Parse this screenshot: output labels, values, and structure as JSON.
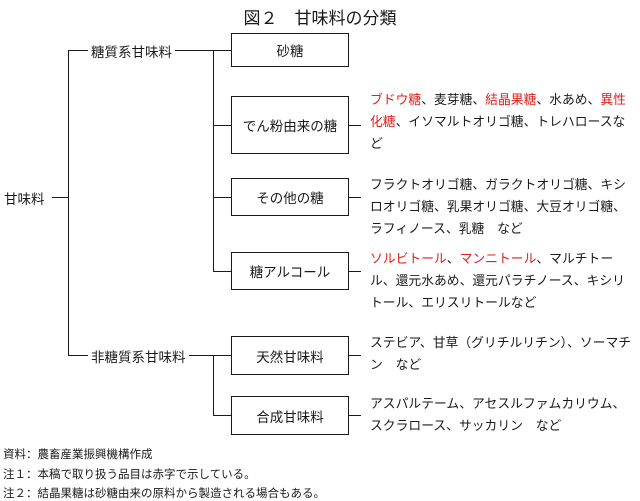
{
  "title": "図２　甘味料の分類",
  "root": "甘味料",
  "categories": [
    {
      "label": "糖質系甘味料"
    },
    {
      "label": "非糖質系甘味料"
    }
  ],
  "items": [
    {
      "name": "砂糖",
      "desc": []
    },
    {
      "name": "でん粉由来の糖",
      "desc": [
        {
          "t": "ブドウ糖",
          "hl": true
        },
        {
          "t": "、麦芽糖、",
          "hl": false
        },
        {
          "t": "結晶果糖",
          "hl": true
        },
        {
          "t": "、水あめ、",
          "hl": false
        },
        {
          "t": "異性化糖",
          "hl": true
        },
        {
          "t": "、イソマルトオリゴ糖、トレハロースなど",
          "hl": false
        }
      ]
    },
    {
      "name": "その他の糖",
      "desc": [
        {
          "t": "フラクトオリゴ糖、ガラクトオリゴ糖、キシロオリゴ糖、乳果オリゴ糖、大豆オリゴ糖、ラフィノース、乳糖　など",
          "hl": false
        }
      ]
    },
    {
      "name": "糖アルコール",
      "desc": [
        {
          "t": "ソルビトール",
          "hl": true
        },
        {
          "t": "、",
          "hl": false
        },
        {
          "t": "マンニトール",
          "hl": true
        },
        {
          "t": "、マルチトール、還元水あめ、還元パラチノース、キシリトール、エリスリトールなど",
          "hl": false
        }
      ]
    },
    {
      "name": "天然甘味料",
      "desc": [
        {
          "t": "ステビア、甘草（グリチルリチン）、ソーマチン　など",
          "hl": false
        }
      ]
    },
    {
      "name": "合成甘味料",
      "desc": [
        {
          "t": "アスパルテーム、アセスルファムカリウム、スクラロース、サッカリン　など",
          "hl": false
        }
      ]
    }
  ],
  "notes": [
    "資料：農畜産業振興機構作成",
    "注１：本稿で取り扱う品目は赤字で示している。",
    "注２：結晶果糖は砂糖由来の原料から製造される場合もある。"
  ],
  "colors": {
    "highlight": "#e0201b",
    "text": "#1a1a1a"
  }
}
